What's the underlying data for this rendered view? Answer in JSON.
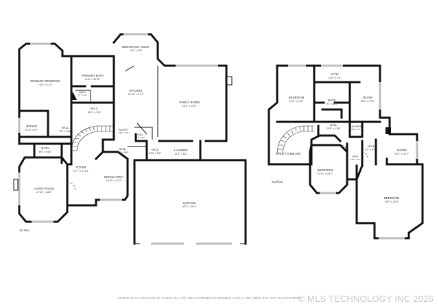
{
  "floor_labels": {
    "first": "1st floor",
    "second": "2nd floor"
  },
  "rooms_first": {
    "primary_bedroom": {
      "name": "PRIMARY BEDROOM",
      "dims": "14'6\" x 21'0\""
    },
    "primary_bath": {
      "name": "PRIMARY BATH",
      "dims": "11'8\" x 10'11\""
    },
    "bath_small": {
      "name": "BATH",
      "dims": "7'7\" x 5'2\""
    },
    "wic": {
      "name": "W.I.C.",
      "dims": "11'0\" x 9'11\""
    },
    "breakfast_nook": {
      "name": "BREAKFAST NOOK",
      "dims": "12'0\" x 8'8\""
    },
    "kitchen": {
      "name": "KITCHEN",
      "dims": "12'10\" x 21'7\""
    },
    "family_room": {
      "name": "FAMILY ROOM",
      "dims": "23'2\" x 22'4\""
    },
    "office": {
      "name": "OFFICE",
      "dims": "10'5\" x 9'2\""
    },
    "hall_a": {
      "name": "HALL",
      "dims": "7'0\" x 11'5\""
    },
    "pantry": {
      "name": "PANTRY",
      "dims": "6'10\" x 3'6\""
    },
    "hall_b": {
      "name": "HALL",
      "dims": "8'7\" x 6'5\""
    },
    "bath": {
      "name": "BATH",
      "dims": "6'6\" x 5'10\""
    },
    "hall_c": {
      "name": "HALL",
      "dims": "10'2\" x 5'8\""
    },
    "hall_d": {
      "name": "HALL",
      "dims": "6'10\" x 5'2\""
    },
    "laundry": {
      "name": "LAUNDRY",
      "dims": "11'2\" x 6'1\""
    },
    "foyer": {
      "name": "FOYER",
      "dims": "12'7\" x 17'10\""
    },
    "dining_area": {
      "name": "DINING AREA",
      "dims": "10'10\" x 12'7\""
    },
    "living_room": {
      "name": "LIVING ROOM",
      "dims": "12'11\" x 18'6\""
    },
    "garage": {
      "name": "GARAGE",
      "dims": "32'2\" x 25'1\""
    }
  },
  "rooms_second": {
    "attic": {
      "name": "ATTIC",
      "dims": "15'0\" x 4'5\""
    },
    "bedroom_a": {
      "name": "BEDROOM",
      "dims": "11'6\" x 17'0\""
    },
    "room_a": {
      "name": "ROOM",
      "dims": "11'6\" x 17'6\""
    },
    "bath_a": {
      "name": "BATH",
      "dims": "9'1\" x 8'1\""
    },
    "hall": {
      "name": "HALL",
      "dims": "24'8\" x 11'8\""
    },
    "laundry": {
      "name": "LAUNDRY",
      "dims": "5'8\" x 5'4\""
    },
    "open_to_below": {
      "name": "OPEN TO BELOW",
      "dims": ""
    },
    "bath_b": {
      "name": "BATH",
      "dims": "6'10\" x 5'5\""
    },
    "hall_b": {
      "name": "HALL",
      "dims": "3'3\" x 8'11\""
    },
    "room_b": {
      "name": "ROOM",
      "dims": "12'1\" x 10'7\""
    },
    "bedroom_b": {
      "name": "BEDROOM",
      "dims": "12'11\" x 14'1\""
    },
    "bedroom_c": {
      "name": "BEDROOM",
      "dims": "19'0\" x 22'0\""
    }
  },
  "footer": {
    "disclaimer": "FLOOR PLAN CREATED BY CUBICASA APP. MEASUREMENTS DEEMED HIGHLY RELIABLE BUT NOT GUARANTEED.",
    "watermark": "© MLS TECHNOLOGY INC 2026"
  }
}
